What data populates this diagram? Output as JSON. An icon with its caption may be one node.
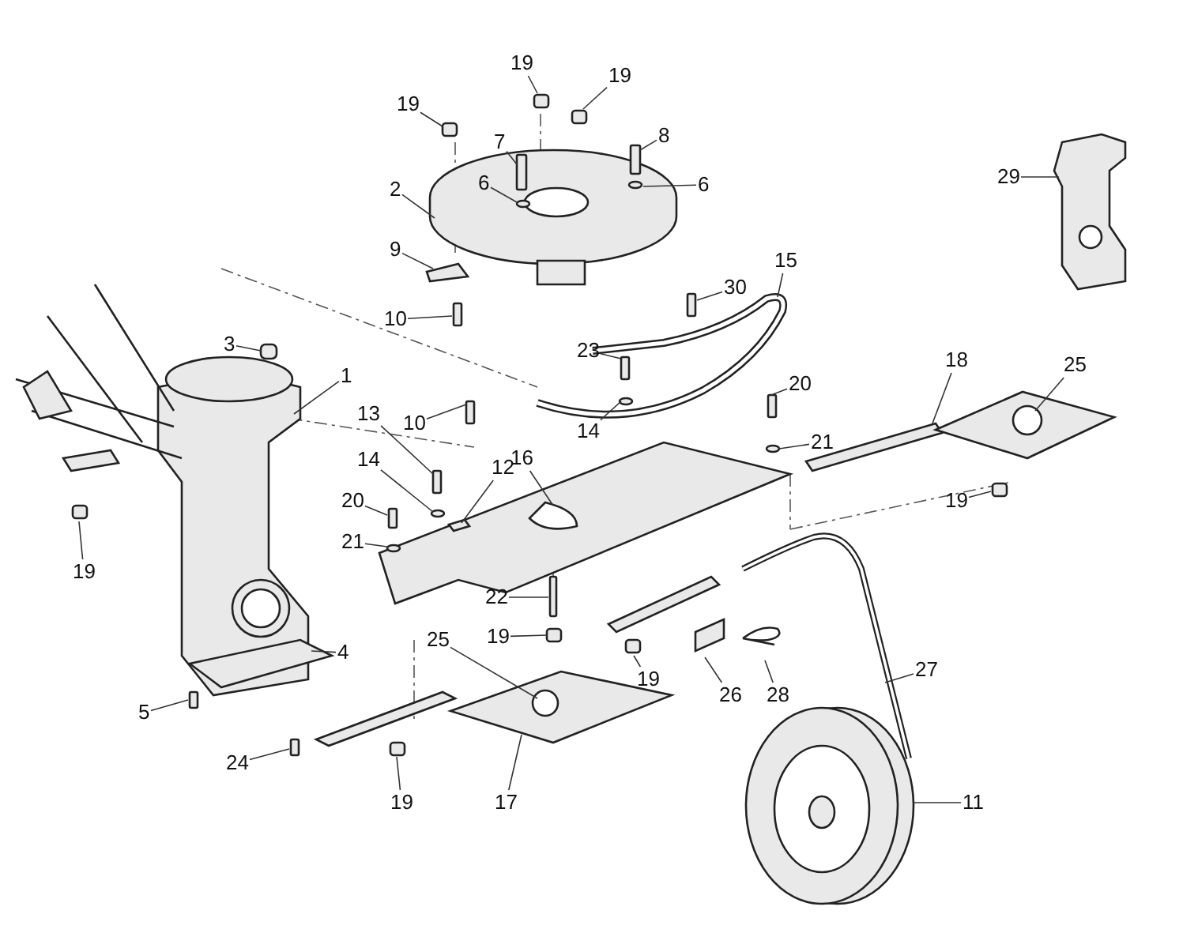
{
  "diagram": {
    "nodes": [
      {
        "text": [
          "19"
        ]
      },
      {
        "text": [
          "19"
        ]
      },
      {
        "text": [
          "19"
        ]
      },
      {
        "text": [
          "19"
        ]
      },
      {
        "text": [
          "7"
        ]
      },
      {
        "text": [
          "8"
        ]
      },
      {
        "text": [
          "6"
        ]
      },
      {
        "text": [
          "6"
        ]
      },
      {
        "text": [
          "2"
        ]
      },
      {
        "text": [
          "9"
        ]
      },
      {
        "text": [
          "10"
        ]
      },
      {
        "text": [
          "30"
        ]
      },
      {
        "text": [
          "15"
        ]
      },
      {
        "text": [
          "3"
        ]
      },
      {
        "text": [
          "1"
        ]
      },
      {
        "text": [
          "23"
        ]
      },
      {
        "text": [
          "14"
        ]
      },
      {
        "text": [
          "20"
        ]
      },
      {
        "text": [
          "21"
        ]
      },
      {
        "text": [
          "18"
        ]
      },
      {
        "text": [
          "25"
        ]
      },
      {
        "text": [
          "10"
        ]
      },
      {
        "text": [
          "13"
        ]
      },
      {
        "text": [
          "14"
        ]
      },
      {
        "text": [
          "12"
        ]
      },
      {
        "text": [
          "16"
        ]
      },
      {
        "text": [
          "20"
        ]
      },
      {
        "text": [
          "21"
        ]
      },
      {
        "text": [
          "19"
        ]
      },
      {
        "text": [
          "22"
        ]
      },
      {
        "text": [
          "19"
        ]
      },
      {
        "text": [
          "4"
        ]
      },
      {
        "text": [
          "25"
        ]
      },
      {
        "text": [
          "19"
        ]
      },
      {
        "text": [
          "26"
        ]
      },
      {
        "text": [
          "28"
        ]
      },
      {
        "text": [
          "27"
        ]
      },
      {
        "text": [
          "5"
        ]
      },
      {
        "text": [
          "24"
        ]
      },
      {
        "text": [
          "19"
        ]
      },
      {
        "text": [
          "17"
        ]
      },
      {
        "text": [
          "11"
        ]
      },
      {
        "text": [
          "29"
        ]
      }
    ],
    "edges": [
      {
        "from": 0,
        "to": null,
        "arrow": "none"
      },
      {
        "from": 1,
        "to": null,
        "arrow": "none"
      },
      {
        "from": 2,
        "to": null,
        "arrow": "none"
      },
      {
        "from": 3,
        "to": null,
        "arrow": "none"
      },
      {
        "from": 4,
        "to": null,
        "arrow": "none"
      },
      {
        "from": 5,
        "to": null,
        "arrow": "none"
      },
      {
        "from": 6,
        "to": null,
        "arrow": "none"
      },
      {
        "from": 7,
        "to": null,
        "arrow": "none"
      },
      {
        "from": 8,
        "to": null,
        "arrow": "none"
      },
      {
        "from": 9,
        "to": null,
        "arrow": "none"
      },
      {
        "from": 10,
        "to": null,
        "arrow": "none"
      },
      {
        "from": 11,
        "to": null,
        "arrow": "none"
      },
      {
        "from": 12,
        "to": null,
        "arrow": "none"
      },
      {
        "from": 13,
        "to": null,
        "arrow": "none"
      },
      {
        "from": 14,
        "to": null,
        "arrow": "none"
      },
      {
        "from": 15,
        "to": null,
        "arrow": "none"
      },
      {
        "from": 16,
        "to": null,
        "arrow": "none"
      },
      {
        "from": 17,
        "to": null,
        "arrow": "none"
      },
      {
        "from": 18,
        "to": null,
        "arrow": "none"
      },
      {
        "from": 19,
        "to": null,
        "arrow": "none"
      },
      {
        "from": 20,
        "to": null,
        "arrow": "none"
      },
      {
        "from": 21,
        "to": null,
        "arrow": "none"
      },
      {
        "from": 22,
        "to": null,
        "arrow": "none"
      },
      {
        "from": 23,
        "to": null,
        "arrow": "none"
      },
      {
        "from": 24,
        "to": null,
        "arrow": "none"
      },
      {
        "from": 25,
        "to": null,
        "arrow": "none"
      },
      {
        "from": 26,
        "to": null,
        "arrow": "none"
      },
      {
        "from": 27,
        "to": null,
        "arrow": "none"
      },
      {
        "from": 28,
        "to": null,
        "arrow": "none"
      },
      {
        "from": 29,
        "to": null,
        "arrow": "none"
      },
      {
        "from": 30,
        "to": null,
        "arrow": "none"
      },
      {
        "from": 31,
        "to": null,
        "arrow": "none"
      },
      {
        "from": 32,
        "to": null,
        "arrow": "none"
      },
      {
        "from": 33,
        "to": null,
        "arrow": "none"
      },
      {
        "from": 34,
        "to": null,
        "arrow": "none"
      },
      {
        "from": 35,
        "to": null,
        "arrow": "none"
      },
      {
        "from": 36,
        "to": null,
        "arrow": "none"
      },
      {
        "from": 37,
        "to": null,
        "arrow": "none"
      },
      {
        "from": 38,
        "to": null,
        "arrow": "none"
      },
      {
        "from": 39,
        "to": null,
        "arrow": "none"
      },
      {
        "from": 40,
        "to": null,
        "arrow": "none"
      },
      {
        "from": 41,
        "to": null,
        "arrow": "none"
      },
      {
        "from": 42,
        "to": null,
        "arrow": "none"
      }
    ]
  }
}
